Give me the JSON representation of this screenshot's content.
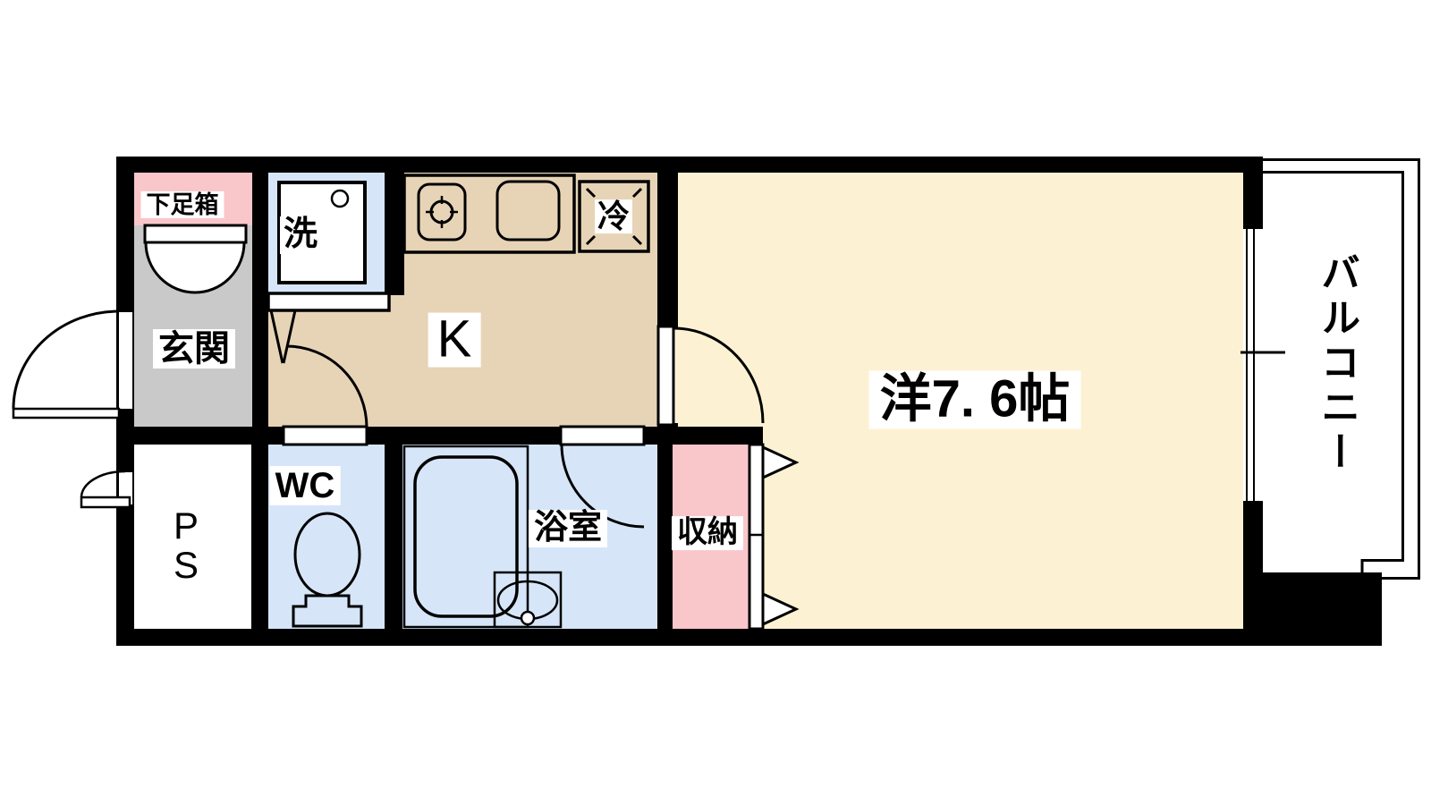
{
  "plan_type": "apartment-floorplan",
  "colors": {
    "wall": "#000000",
    "western_room_floor": "#fcf2d3",
    "kitchen_floor": "#e7d4b6",
    "wet_area_floor": "#d6e6f8",
    "accent_pink": "#f9c6ca",
    "entrance_gray": "#c9c9c9",
    "background": "#ffffff"
  },
  "rooms": {
    "shoe_box": {
      "label": "下足箱"
    },
    "entrance": {
      "label": "玄関"
    },
    "washer": {
      "label": "洗"
    },
    "kitchen": {
      "label": "K"
    },
    "fridge": {
      "label": "冷"
    },
    "western_room": {
      "label": "洋7. 6帖"
    },
    "balcony": {
      "label": "バルコニー"
    },
    "pipe_space": {
      "label": "P\nS"
    },
    "wc": {
      "label": "WC"
    },
    "bathroom": {
      "label": "浴室"
    },
    "storage": {
      "label": "収納"
    }
  }
}
